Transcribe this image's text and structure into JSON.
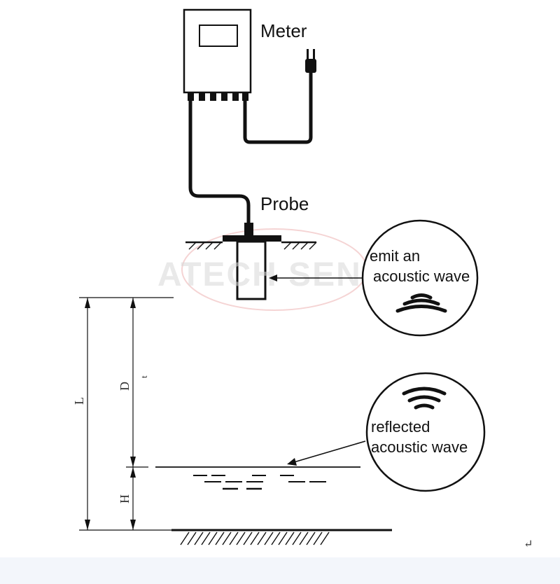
{
  "labels": {
    "meter": "Meter",
    "probe": "Probe",
    "emit_line1": "emit an",
    "emit_line2": "acoustic wave",
    "reflect_line1": "reflected",
    "reflect_line2": "acoustic wave"
  },
  "dimensions": {
    "L": "L",
    "D": "D",
    "H": "H",
    "t": "t"
  },
  "watermark": "ATECH SENSOR",
  "corner_mark": "↵",
  "colors": {
    "ink": "#111111",
    "watermark": "#e06a6a"
  }
}
